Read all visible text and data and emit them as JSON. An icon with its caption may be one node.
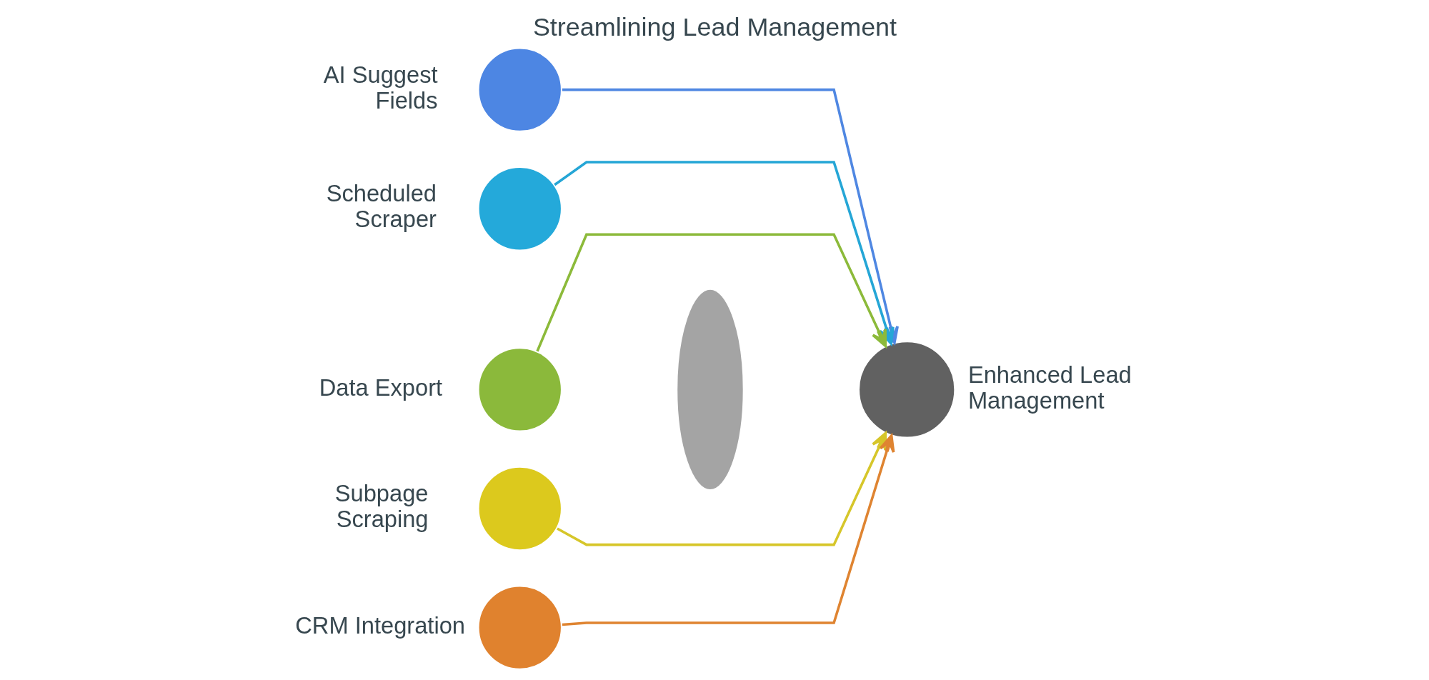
{
  "diagram": {
    "title": "Streamlining Lead Management",
    "nodes": [
      {
        "text": [],
        "shape": "circle",
        "beside": [
          "AI Suggest Fields"
        ]
      },
      {
        "text": [],
        "shape": "circle",
        "beside": [
          "Scheduled Scraper"
        ]
      },
      {
        "text": [],
        "shape": "circle",
        "beside": [
          "Data Export"
        ]
      },
      {
        "text": [],
        "shape": "circle",
        "beside": [
          "Subpage Scraping"
        ]
      },
      {
        "text": [],
        "shape": "circle",
        "beside": [
          "CRM Integration"
        ]
      },
      {
        "text": [],
        "shape": "ellipse"
      },
      {
        "text": [],
        "shape": "circle",
        "beside": [
          "Enhanced Lead Management"
        ]
      }
    ],
    "edges": [
      {
        "from": 0,
        "to": 6,
        "arrow": "to",
        "color": "#4f87e2"
      },
      {
        "from": 1,
        "to": 6,
        "arrow": "to",
        "color": "#25a6d6"
      },
      {
        "from": 2,
        "to": 6,
        "arrow": "to",
        "color": "#8cba3a"
      },
      {
        "from": 3,
        "to": 6,
        "arrow": "to",
        "color": "#d6c62a"
      },
      {
        "from": 4,
        "to": 6,
        "arrow": "to",
        "color": "#df8431"
      }
    ]
  }
}
